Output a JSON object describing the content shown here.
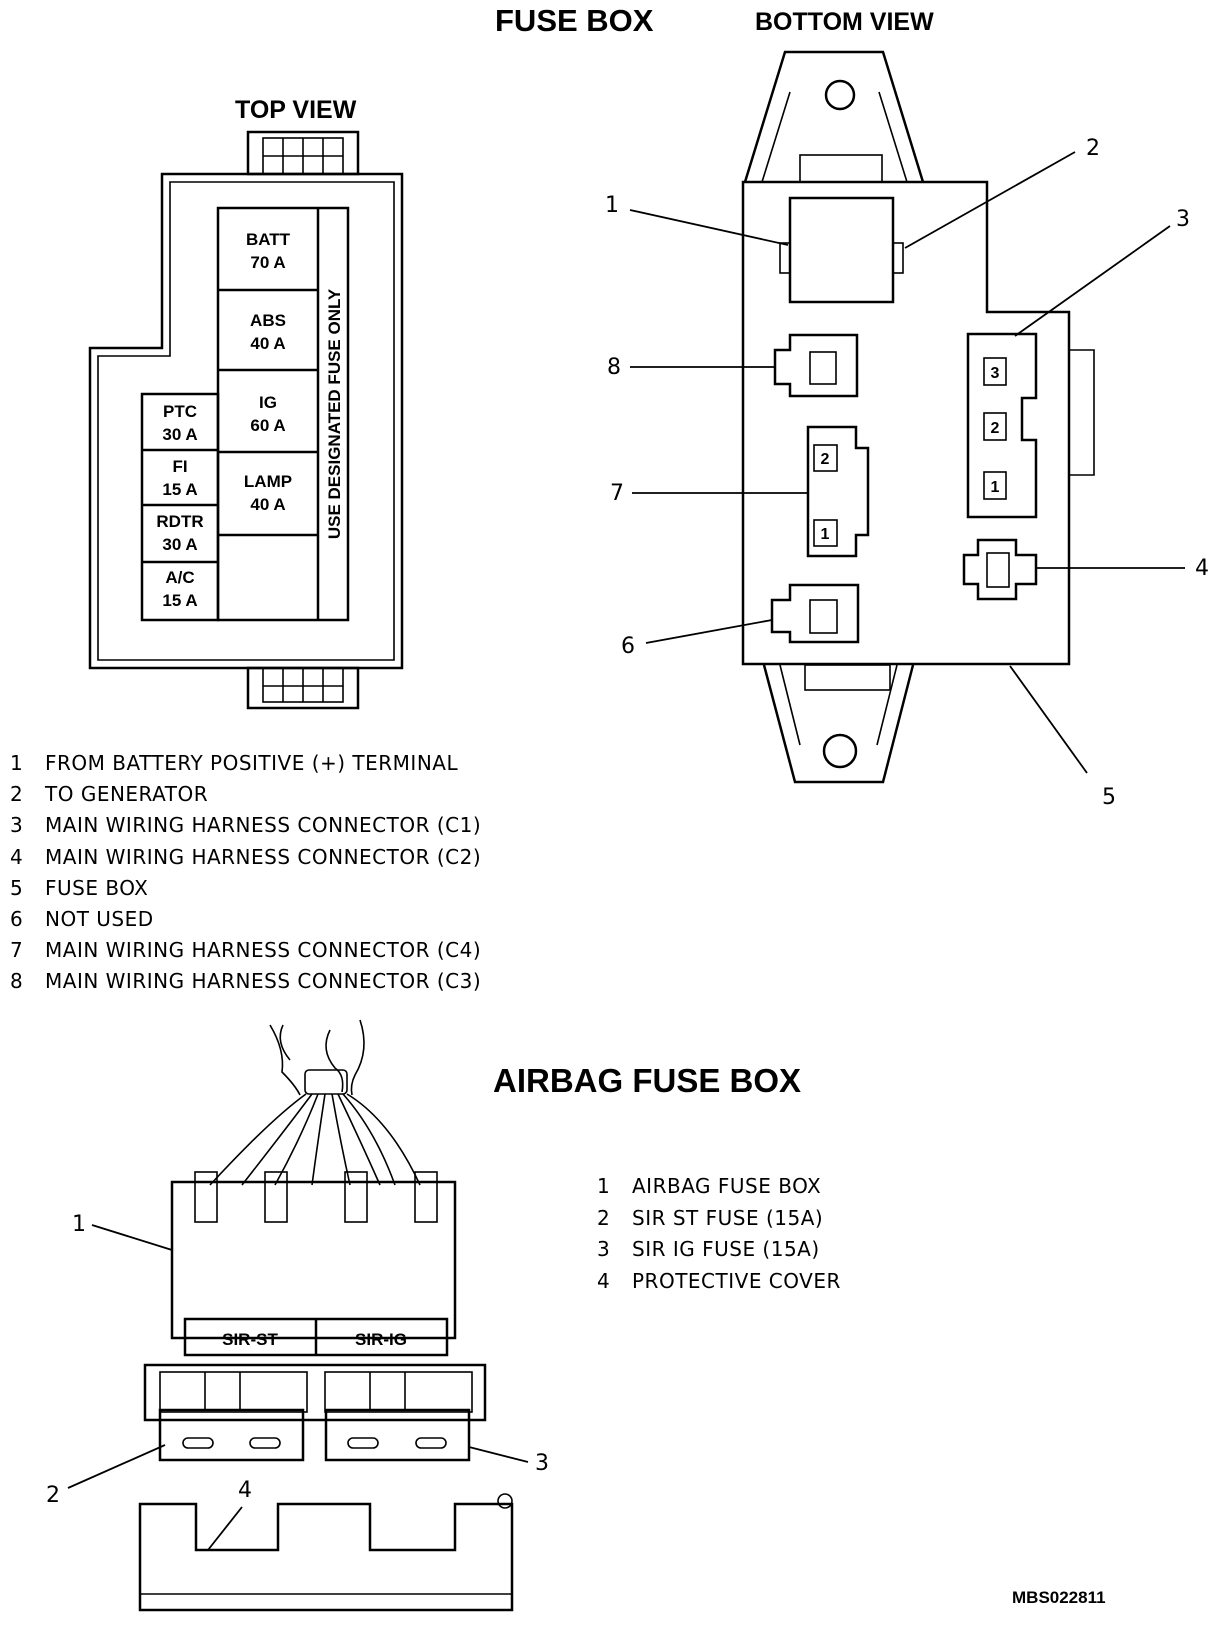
{
  "titles": {
    "fuse_box": "FUSE BOX",
    "bottom_view": "BOTTOM VIEW",
    "top_view": "TOP VIEW",
    "airbag_fuse_box": "AIRBAG FUSE BOX"
  },
  "top_view": {
    "side_label": "USE DESIGNATED FUSE ONLY",
    "right_column": [
      {
        "name": "BATT",
        "rating": "70 A"
      },
      {
        "name": "ABS",
        "rating": "40 A"
      },
      {
        "name": "IG",
        "rating": "60 A"
      },
      {
        "name": "LAMP",
        "rating": "40 A"
      }
    ],
    "left_column": [
      {
        "name": "PTC",
        "rating": "30 A"
      },
      {
        "name": "FI",
        "rating": "15 A"
      },
      {
        "name": "RDTR",
        "rating": "30 A"
      },
      {
        "name": "A/C",
        "rating": "15 A"
      }
    ]
  },
  "bottom_view": {
    "callouts": [
      "1",
      "2",
      "3",
      "4",
      "5",
      "6",
      "7",
      "8"
    ],
    "c1_pins": [
      "3",
      "2",
      "1"
    ],
    "c4_pins": [
      "2",
      "1"
    ]
  },
  "legend": [
    {
      "num": "1",
      "text": "FROM BATTERY POSITIVE (+) TERMINAL"
    },
    {
      "num": "2",
      "text": "TO GENERATOR"
    },
    {
      "num": "3",
      "text": "MAIN WIRING HARNESS CONNECTOR (C1)"
    },
    {
      "num": "4",
      "text": "MAIN WIRING HARNESS CONNECTOR (C2)"
    },
    {
      "num": "5",
      "text": "FUSE BOX"
    },
    {
      "num": "6",
      "text": "NOT USED"
    },
    {
      "num": "7",
      "text": "MAIN WIRING HARNESS CONNECTOR (C4)"
    },
    {
      "num": "8",
      "text": "MAIN WIRING HARNESS CONNECTOR (C3)"
    }
  ],
  "airbag": {
    "fuse_labels": [
      "SIR-ST",
      "SIR-IG"
    ],
    "callouts": [
      "1",
      "2",
      "3",
      "4"
    ],
    "legend": [
      {
        "num": "1",
        "text": "AIRBAG FUSE BOX"
      },
      {
        "num": "2",
        "text": "SIR ST FUSE (15A)"
      },
      {
        "num": "3",
        "text": "SIR IG FUSE (15A)"
      },
      {
        "num": "4",
        "text": "PROTECTIVE COVER"
      }
    ]
  },
  "figure_id": "MBS022811"
}
